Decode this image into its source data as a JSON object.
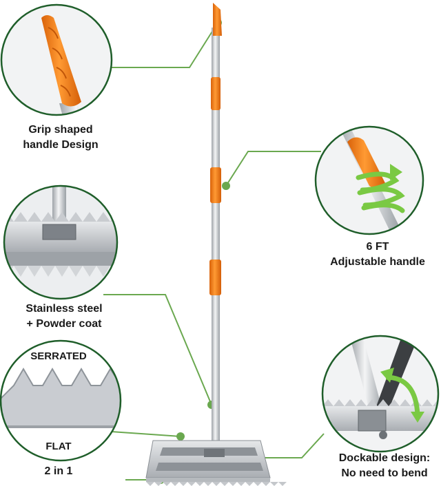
{
  "callouts": {
    "grip": {
      "line1": "Grip shaped",
      "line2": "handle Design"
    },
    "steel": {
      "line1": "Stainless steel",
      "line2": "+ Powder coat"
    },
    "serrated": "SERRATED",
    "flat": "FLAT",
    "two_in_one": "2 in 1",
    "handle": {
      "line1": "6 FT",
      "line2": "Adjustable handle"
    },
    "dock": {
      "line1": "Dockable design:",
      "line2": "No need to bend"
    }
  },
  "colors": {
    "accent_green": "#6aa84f",
    "circle_stroke": "#1f5e2a",
    "grip_orange": "#f07d12",
    "arrow_green": "#7ac943",
    "steel": "#c9ccd0"
  }
}
